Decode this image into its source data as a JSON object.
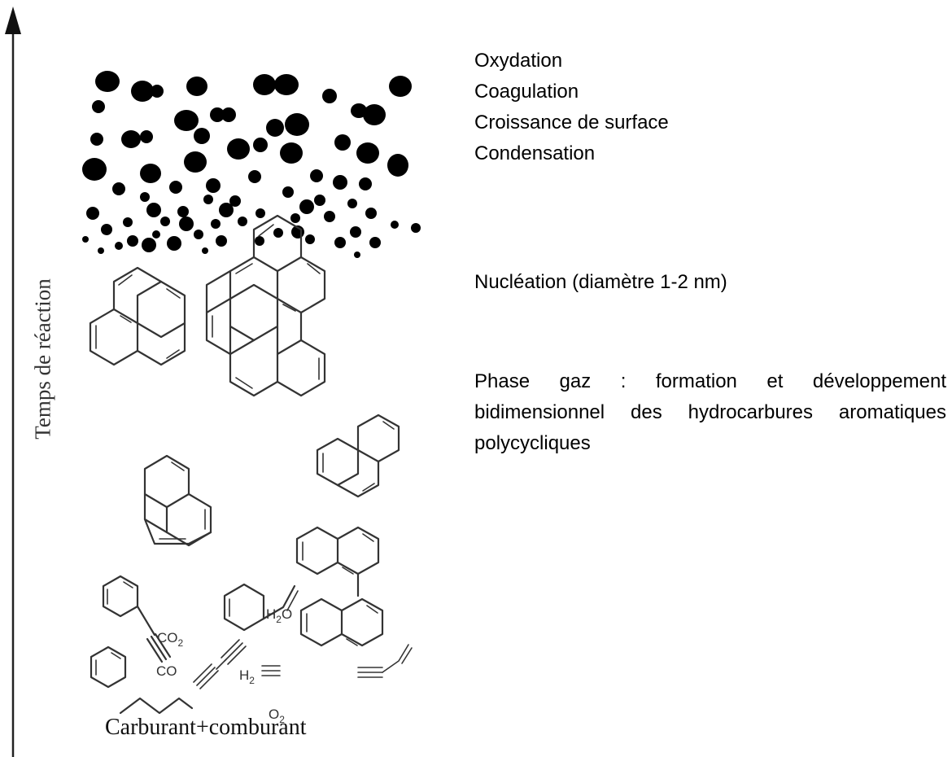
{
  "axis": {
    "label": "Temps de réaction"
  },
  "stages": [
    {
      "id": "oxidation",
      "label": "Oxydation"
    },
    {
      "id": "coagulation",
      "label": "Coagulation"
    },
    {
      "id": "surface-growth",
      "label": "Croissance de surface"
    },
    {
      "id": "condensation",
      "label": "Condensation"
    }
  ],
  "nucleation": {
    "label": "Nucléation (diamètre 1-2 nm)"
  },
  "gas_phase": {
    "text": "Phase gaz : formation et développement bidimensionnel des hydrocarbures aromatiques polycycliques"
  },
  "bottom": {
    "label": "Carburant+comburant"
  },
  "species": {
    "co2": {
      "main": "CO",
      "sub": "2"
    },
    "h2o": {
      "main": "H",
      "sub": "2",
      "tail": "O"
    },
    "co": {
      "main": "CO"
    },
    "h2": {
      "main": "H",
      "sub": "2"
    },
    "o2": {
      "main": "O",
      "sub": "2"
    }
  },
  "colors": {
    "ink": "#000000",
    "structure": "#333333",
    "axis": "#222222"
  }
}
